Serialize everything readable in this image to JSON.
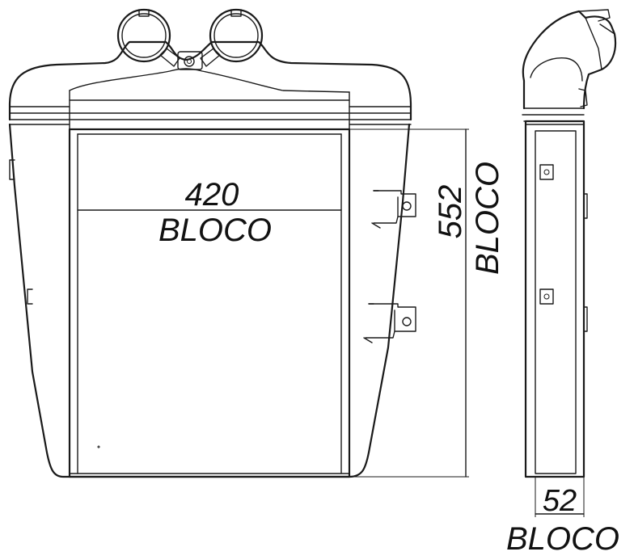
{
  "front_view": {
    "width_value": "420",
    "width_label": "BLOCO",
    "height_value": "552",
    "height_label": "BLOCO"
  },
  "side_view": {
    "depth_value": "52",
    "depth_label": "BLOCO"
  }
}
